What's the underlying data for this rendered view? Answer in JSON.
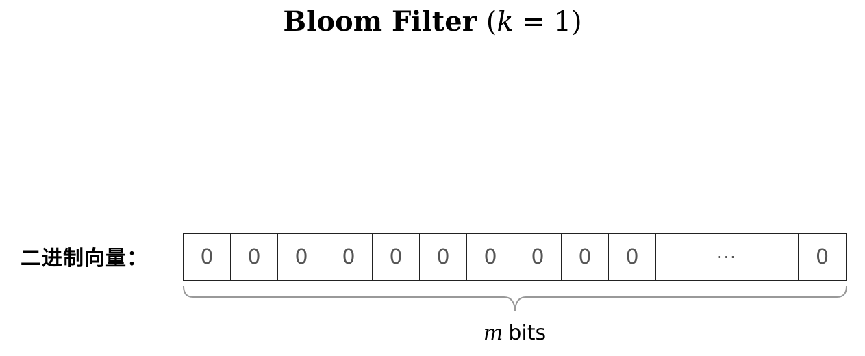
{
  "title": {
    "text": "Bloom Filter",
    "math_open": "(",
    "math_var": "k",
    "math_eq": " = 1",
    "math_close": ")"
  },
  "vector": {
    "label": "二进制向量：",
    "cells": [
      "0",
      "0",
      "0",
      "0",
      "0",
      "0",
      "0",
      "0",
      "0",
      "0",
      "···",
      "0"
    ]
  },
  "brace": {
    "var": "m",
    "text": "bits"
  }
}
